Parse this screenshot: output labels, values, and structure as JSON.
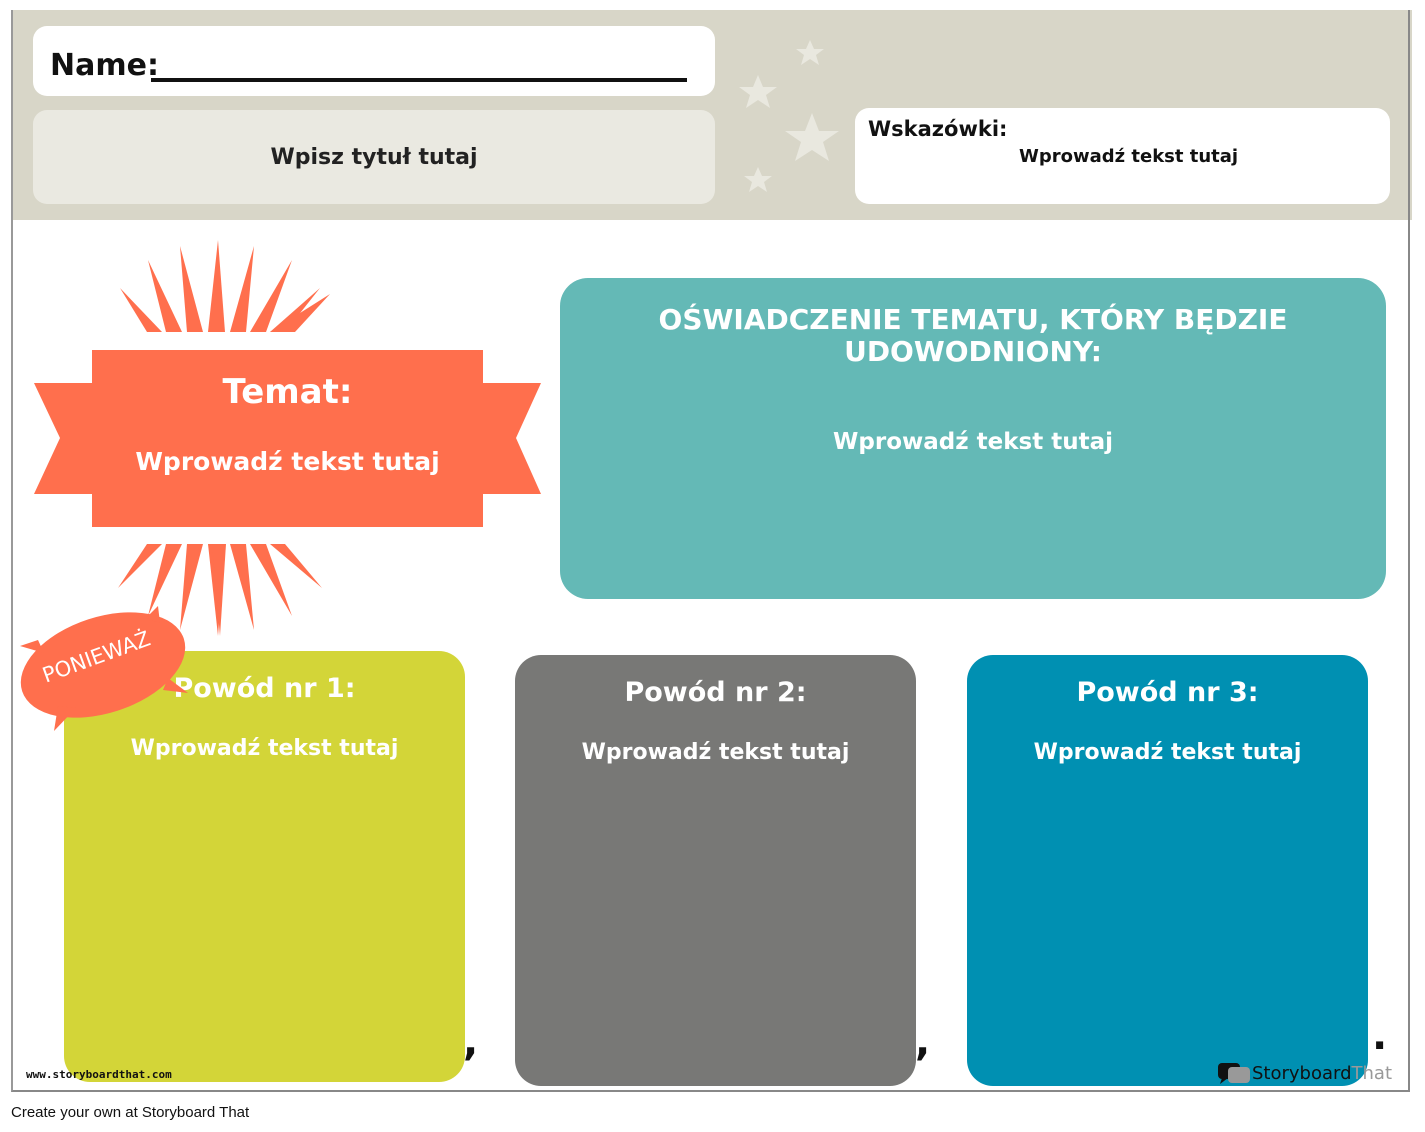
{
  "header": {
    "name_label": "Name:",
    "title_placeholder": "Wpisz tytuł tutaj",
    "hints_label": "Wskazówki:",
    "hints_text": "Wprowadź tekst tutaj"
  },
  "topic": {
    "label": "Temat:",
    "text": "Wprowadź tekst tutaj"
  },
  "thesis": {
    "title": "OŚWIADCZENIE TEMATU, KTÓRY BĘDZIE UDOWODNIONY:",
    "text": "Wprowadź tekst tutaj"
  },
  "because": "PONIEWAŻ",
  "reasons": [
    {
      "title": "Powód nr 1:",
      "text": "Wprowadź tekst tutaj"
    },
    {
      "title": "Powód nr 2:",
      "text": "Wprowadź tekst tutaj"
    },
    {
      "title": "Powód nr 3:",
      "text": "Wprowadź tekst tutaj"
    }
  ],
  "punct": [
    ",",
    ",",
    "."
  ],
  "footer": {
    "url": "www.storyboardthat.com",
    "logo_a": "Storyboard",
    "logo_b": "That",
    "create": "Create your own at Storyboard That"
  },
  "colors": {
    "orange": "#ff6f4d",
    "teal": "#64b9b6",
    "lime": "#d3d538",
    "gray": "#787876",
    "blue": "#0090b2"
  }
}
